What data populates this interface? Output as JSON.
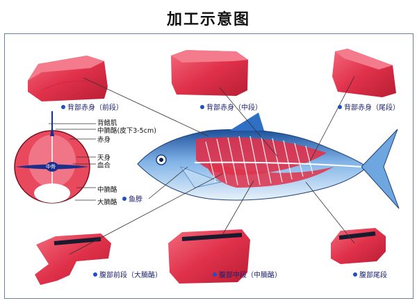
{
  "title": "加工示意图",
  "cuts": {
    "back_front": "背部赤身（前段）",
    "back_middle": "背部赤身（中段）",
    "back_tail": "背部赤身（尾段）",
    "belly_front": "腹部前段（大腩酪）",
    "belly_middle": "腹部中段（中腩酪）",
    "belly_tail": "腹部尾段",
    "neck": "鱼脖"
  },
  "cross_section": {
    "back_fin_muscle": "背鳍肌",
    "medium_fatty": "中腩酪(皮下3-5cm)",
    "red_meat": "赤身",
    "upper_body": "天身",
    "blood_meat": "血合",
    "spine": "中骨",
    "medium_belly": "中腩酪",
    "large_belly": "大腩酪"
  },
  "colors": {
    "meat": "#e0314a",
    "meat_dark": "#b81e34",
    "fish_blue": "#2f6fc4",
    "accent": "#1f4fc0"
  }
}
